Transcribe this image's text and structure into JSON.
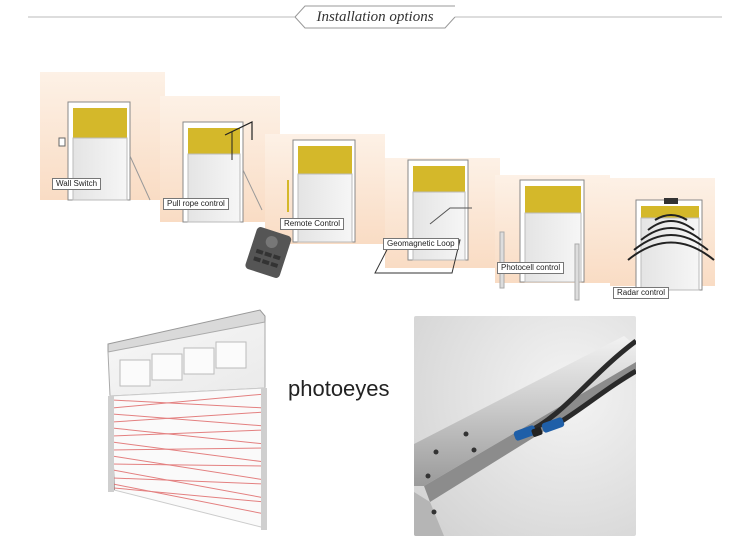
{
  "header": {
    "title": "Installation options"
  },
  "options": [
    {
      "label": "Wall Switch"
    },
    {
      "label": "Pull rope control"
    },
    {
      "label": "Remote Control"
    },
    {
      "label": "Geomagnetic Loop"
    },
    {
      "label": "Photocell control"
    },
    {
      "label": "Radar control"
    }
  ],
  "photoeyes": {
    "label": "photoeyes"
  },
  "colors": {
    "door_panel": "#d4b82a",
    "beam": "#e06b6b",
    "backdrop": "#fbe7d6"
  }
}
